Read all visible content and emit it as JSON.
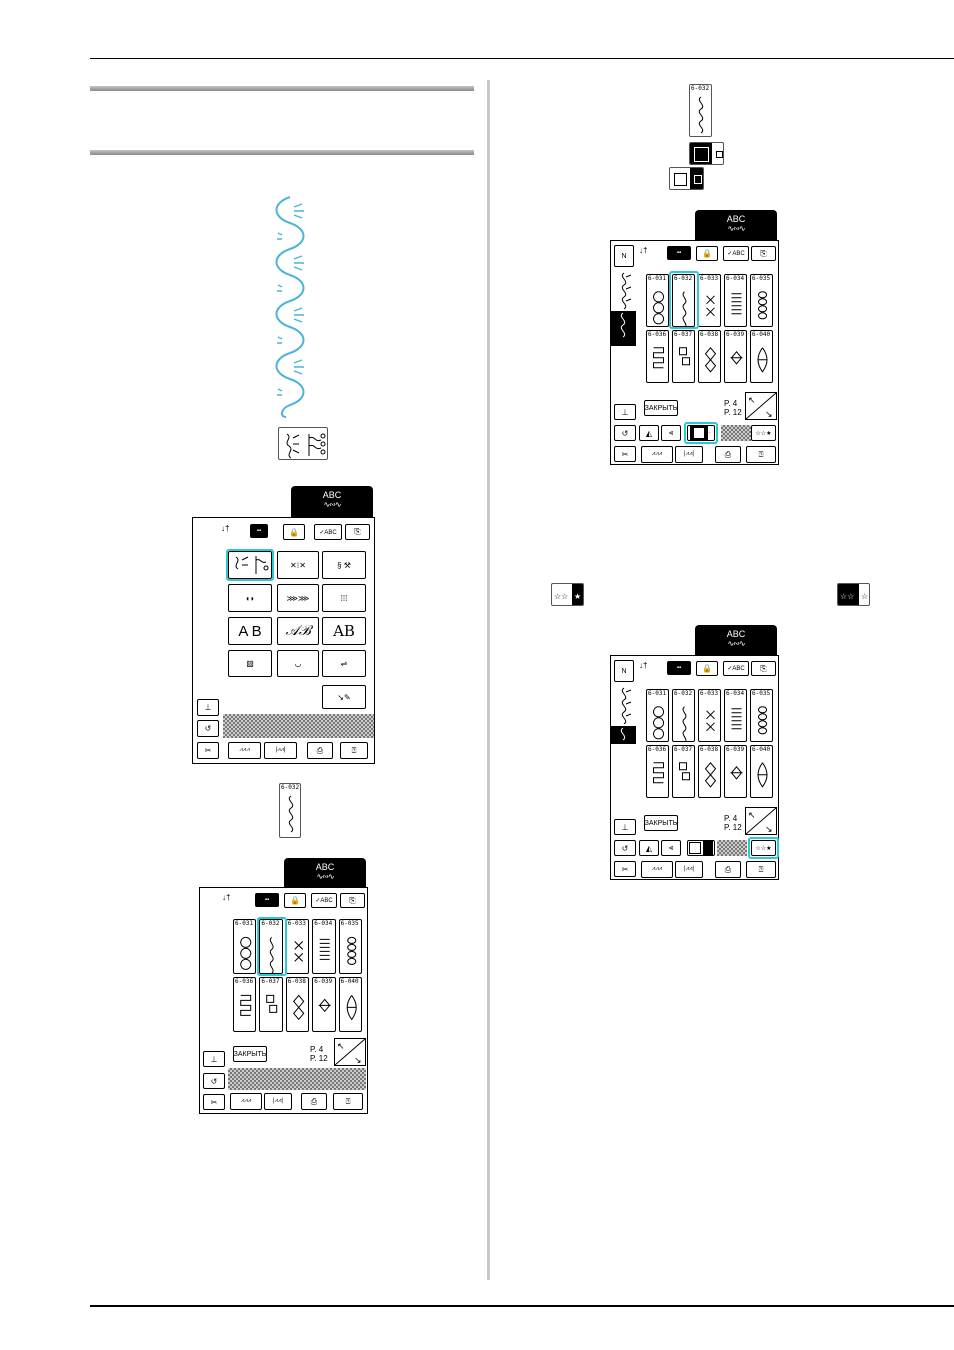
{
  "screen": {
    "tab_label": "ABC",
    "category_buttons": {
      "row3": [
        "A B",
        "𝒜ℬ",
        "AB"
      ]
    },
    "pattern_numbers_row1": [
      "6-031",
      "6-032",
      "6-033",
      "6-034",
      "6-035"
    ],
    "pattern_numbers_row2": [
      "6-036",
      "6-037",
      "6-038",
      "6-039",
      "6-040"
    ],
    "close_label": "ЗАКРЫТЬ",
    "page_current": "P.  4",
    "page_total": "P. 12",
    "check_abc_label": "✓ABC",
    "n_label": "N"
  },
  "standalone_pattern_number": "6-032",
  "colors": {
    "highlight": "#2cc8d6",
    "stitch_preview": "#4fb3d9"
  }
}
